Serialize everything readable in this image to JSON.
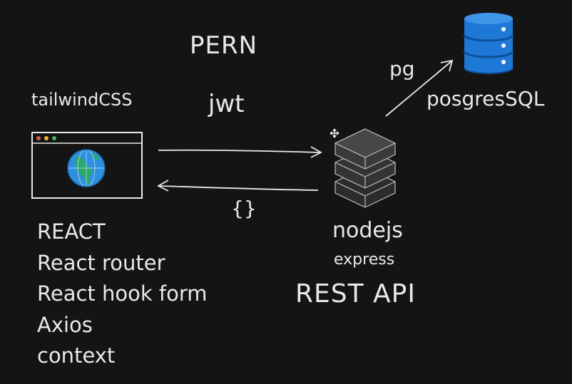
{
  "title": "PERN",
  "auth": "jwt",
  "frontend": {
    "styling": "tailwindCSS",
    "stack": [
      "REACT",
      "React router",
      "React hook form",
      "Axios",
      "context"
    ]
  },
  "response_format": "{}",
  "backend": {
    "runtime": "nodejs",
    "framework": "express",
    "api_style": "REST API"
  },
  "database": {
    "driver": "pg",
    "name": "posgresSQL"
  },
  "colors": {
    "background": "#141414",
    "ink": "#e9e9e9",
    "db_blue": "#1e78d6",
    "globe_blue": "#2f8fdf",
    "globe_green": "#2aa86a",
    "server_gray": "#3a3a3a"
  }
}
